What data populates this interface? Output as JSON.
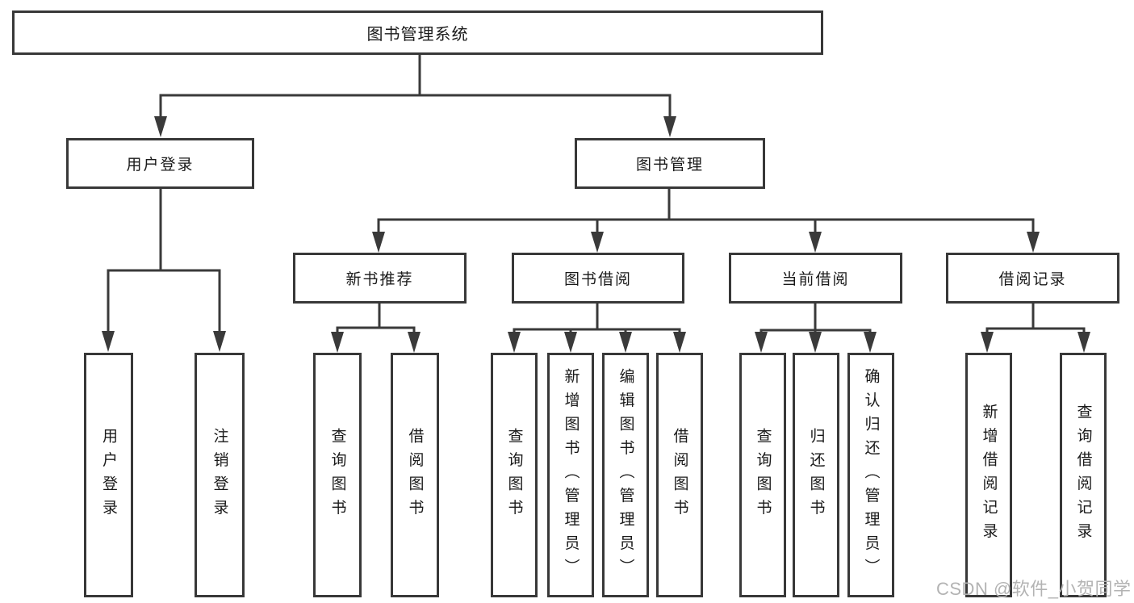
{
  "diagram": {
    "root": {
      "label": "图书管理系统"
    },
    "level2": [
      {
        "label": "用户登录"
      },
      {
        "label": "图书管理"
      }
    ],
    "level3": [
      {
        "label": "新书推荐"
      },
      {
        "label": "图书借阅"
      },
      {
        "label": "当前借阅"
      },
      {
        "label": "借阅记录"
      }
    ],
    "leaves": {
      "user_login": [
        {
          "label": "用户登录"
        },
        {
          "label": "注销登录"
        }
      ],
      "new_book": [
        {
          "label": "查询图书"
        },
        {
          "label": "借阅图书"
        }
      ],
      "book_borrow": [
        {
          "label": "查询图书"
        },
        {
          "label": "新增图书（管理员）"
        },
        {
          "label": "编辑图书（管理员）"
        },
        {
          "label": "借阅图书"
        }
      ],
      "current_borrow": [
        {
          "label": "查询图书"
        },
        {
          "label": "归还图书"
        },
        {
          "label": "确认归还（管理员）"
        }
      ],
      "borrow_record": [
        {
          "label": "新增借阅记录"
        },
        {
          "label": "查询借阅记录"
        }
      ]
    }
  },
  "watermark": {
    "text": "CSDN @软件_小贺同学"
  },
  "colors": {
    "line": "#3a3a3a",
    "box_border": "#383838",
    "text": "#1a1a1a",
    "watermark": "#b3b3b3",
    "background": "#ffffff"
  }
}
